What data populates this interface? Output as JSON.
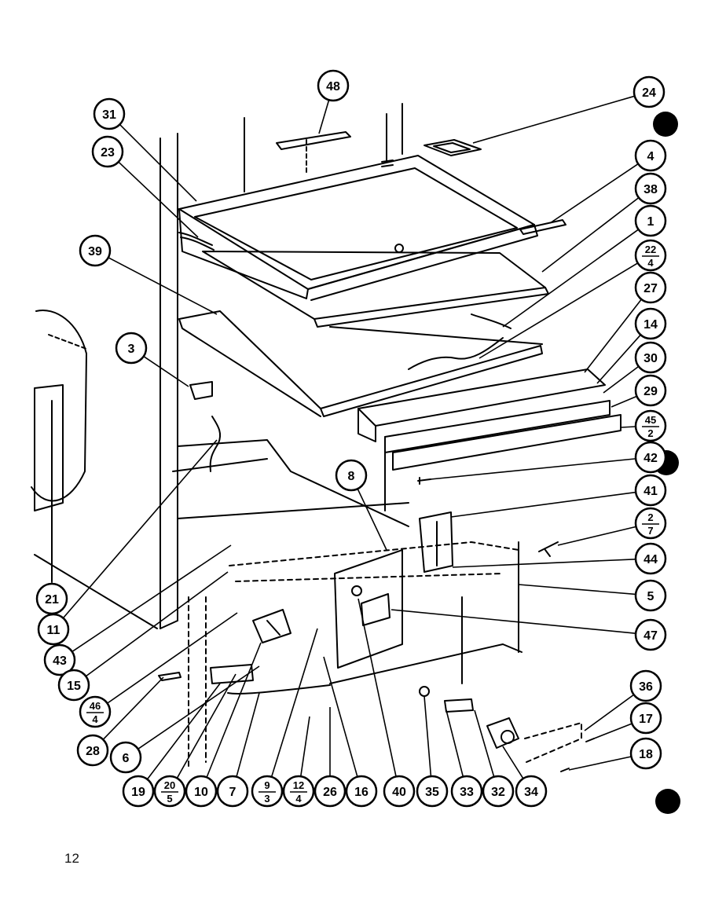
{
  "page_number": "12",
  "callouts": [
    {
      "id": "48",
      "lines": [
        "48"
      ]
    },
    {
      "id": "24",
      "lines": [
        "24"
      ]
    },
    {
      "id": "31",
      "lines": [
        "31"
      ]
    },
    {
      "id": "23",
      "lines": [
        "23"
      ]
    },
    {
      "id": "4",
      "lines": [
        "4"
      ]
    },
    {
      "id": "38",
      "lines": [
        "38"
      ]
    },
    {
      "id": "1",
      "lines": [
        "1"
      ]
    },
    {
      "id": "22-4",
      "lines": [
        "22",
        "4"
      ]
    },
    {
      "id": "39",
      "lines": [
        "39"
      ]
    },
    {
      "id": "27",
      "lines": [
        "27"
      ]
    },
    {
      "id": "14",
      "lines": [
        "14"
      ]
    },
    {
      "id": "3",
      "lines": [
        "3"
      ]
    },
    {
      "id": "30",
      "lines": [
        "30"
      ]
    },
    {
      "id": "29",
      "lines": [
        "29"
      ]
    },
    {
      "id": "45-2",
      "lines": [
        "45",
        "2"
      ]
    },
    {
      "id": "42",
      "lines": [
        "42"
      ]
    },
    {
      "id": "8",
      "lines": [
        "8"
      ]
    },
    {
      "id": "41",
      "lines": [
        "41"
      ]
    },
    {
      "id": "2-7",
      "lines": [
        "2",
        "7"
      ]
    },
    {
      "id": "44",
      "lines": [
        "44"
      ]
    },
    {
      "id": "21",
      "lines": [
        "21"
      ]
    },
    {
      "id": "5",
      "lines": [
        "5"
      ]
    },
    {
      "id": "11",
      "lines": [
        "11"
      ]
    },
    {
      "id": "47",
      "lines": [
        "47"
      ]
    },
    {
      "id": "43",
      "lines": [
        "43"
      ]
    },
    {
      "id": "15",
      "lines": [
        "15"
      ]
    },
    {
      "id": "36",
      "lines": [
        "36"
      ]
    },
    {
      "id": "46-4",
      "lines": [
        "46",
        "4"
      ]
    },
    {
      "id": "17",
      "lines": [
        "17"
      ]
    },
    {
      "id": "28",
      "lines": [
        "28"
      ]
    },
    {
      "id": "6",
      "lines": [
        "6"
      ]
    },
    {
      "id": "18",
      "lines": [
        "18"
      ]
    },
    {
      "id": "19",
      "lines": [
        "19"
      ]
    },
    {
      "id": "20-5",
      "lines": [
        "20",
        "5"
      ]
    },
    {
      "id": "10",
      "lines": [
        "10"
      ]
    },
    {
      "id": "7",
      "lines": [
        "7"
      ]
    },
    {
      "id": "9-3",
      "lines": [
        "9",
        "3"
      ]
    },
    {
      "id": "12-4",
      "lines": [
        "12",
        "4"
      ]
    },
    {
      "id": "26",
      "lines": [
        "26"
      ]
    },
    {
      "id": "16",
      "lines": [
        "16"
      ]
    },
    {
      "id": "40",
      "lines": [
        "40"
      ]
    },
    {
      "id": "35",
      "lines": [
        "35"
      ]
    },
    {
      "id": "33",
      "lines": [
        "33"
      ]
    },
    {
      "id": "32",
      "lines": [
        "32"
      ]
    },
    {
      "id": "34",
      "lines": [
        "34"
      ]
    }
  ]
}
